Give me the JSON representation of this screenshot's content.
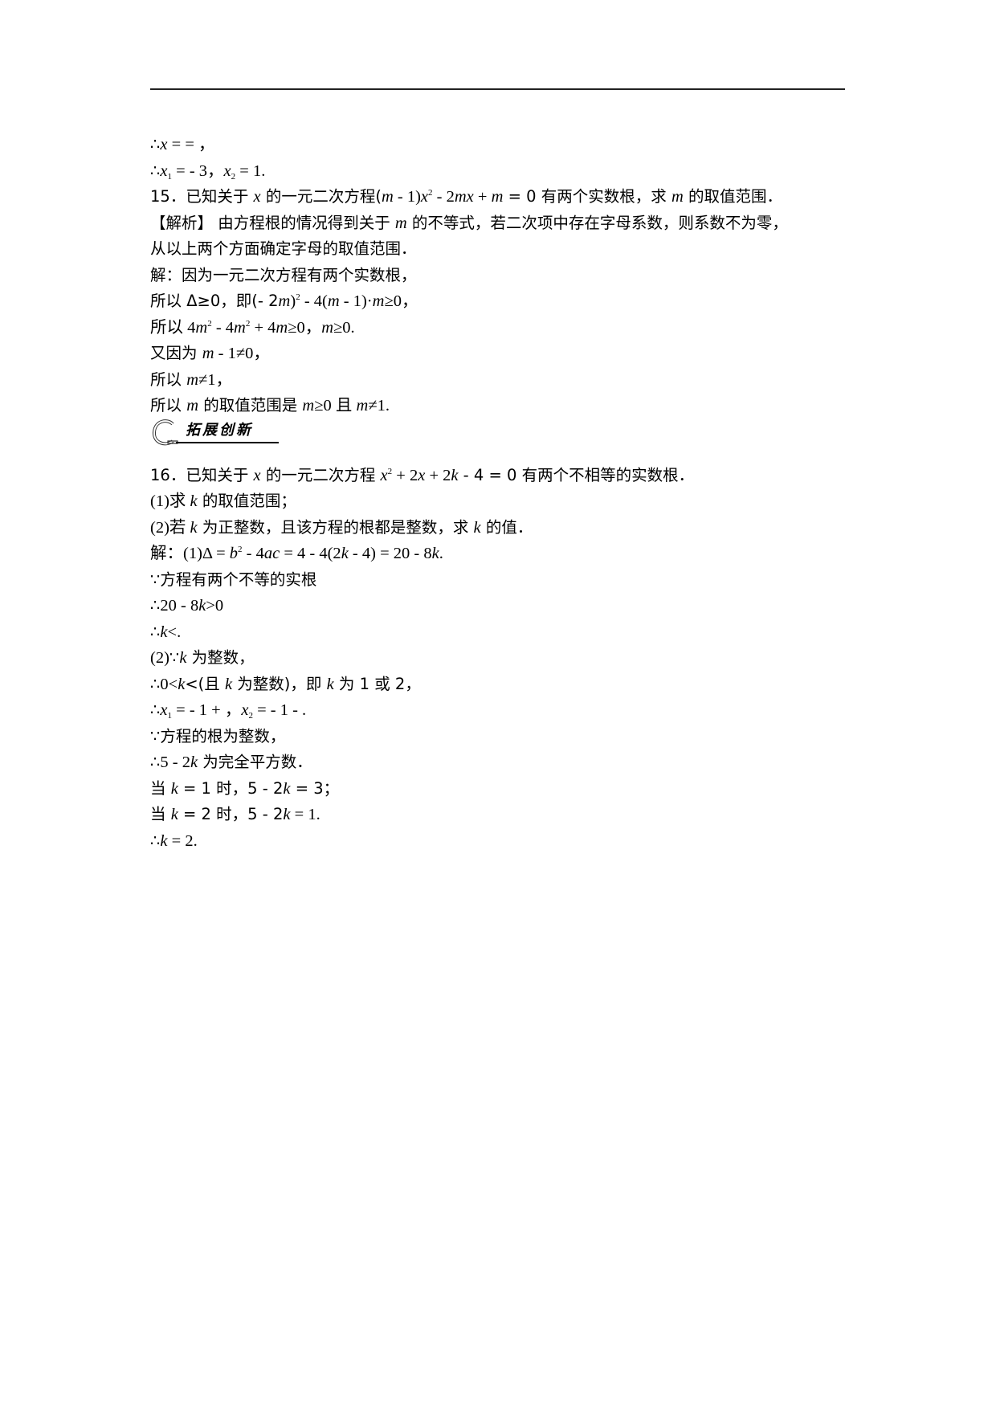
{
  "lines_top": [
    "∴x = = ，",
    "∴x1 = - 3，x2 = 1."
  ],
  "q15": {
    "number": "15",
    "stem": "已知关于 x 的一元二次方程(m - 1)x² - 2mx + m = 0 有两个实数根，求 m 的取值范围．",
    "analysis_label": "【解析】",
    "analysis_line1": " 由方程根的情况得到关于 m 的不等式，若二次项中存在字母系数，则系数不为零，",
    "analysis_line2": "从以上两个方面确定字母的取值范围．",
    "solution": [
      "解：因为一元二次方程有两个实数根，",
      "所以 Δ≥0，即(- 2m)² - 4(m - 1)·m≥0，",
      "所以 4m² - 4m² + 4m≥0，m≥0.",
      "又因为 m - 1≠0，",
      "所以 m≠1，",
      "所以 m 的取值范围是 m≥0 且 m≠1."
    ]
  },
  "section": {
    "title": "拓展创新",
    "icon": "letter-c-badge-icon"
  },
  "q16": {
    "number": "16",
    "stem": "已知关于 x 的一元二次方程 x² + 2x + 2k - 4 = 0 有两个不相等的实数根．",
    "part1": "(1)求 k 的取值范围；",
    "part2": "(2)若 k 为正整数，且该方程的根都是整数，求 k 的值．",
    "solution": [
      "解：(1)Δ = b² - 4ac = 4 - 4(2k - 4) = 20 - 8k.",
      "∵方程有两个不等的实根",
      "∴20 - 8k>0",
      "∴k<.",
      "(2)∵k 为整数，",
      "∴0<k<(且 k 为整数)，即 k 为 1 或 2，",
      "∴x1 = - 1 + ，x2 = - 1 - .",
      "∵方程的根为整数，",
      "∴5 - 2k 为完全平方数．",
      "当 k = 1 时，5 - 2k = 3；",
      "当 k = 2 时，5 - 2k = 1.",
      "∴k = 2."
    ]
  },
  "t": {
    "therefore": "∴",
    "because": "∵",
    "x": "x",
    "m": "m",
    "k": "k",
    "b": "b",
    "ac": "ac",
    "eq_eq_comma": " = = ，",
    "x1_val": " = - 3，",
    "x2_val": " = 1.",
    "sub1": "1",
    "sub2": "2",
    "sup2": "2",
    "q15_a": "15．已知关于 ",
    "q15_b": " 的一元二次方程(",
    "q15_c": " - 1)",
    "q15_d": " - 2",
    "q15_e": " + ",
    "q15_f": " = 0 有两个实数根，求 ",
    "q15_g": " 的取值范围．",
    "ana_label": "【解析】",
    "ana_a": " 由方程根的情况得到关于 ",
    "ana_b": " 的不等式，若二次项中存在字母系数，则系数不为零，",
    "ana_line2": "从以上两个方面确定字母的取值范围．",
    "s1": "解：因为一元二次方程有两个实数根，",
    "s2_a": "所以 Δ≥0，即(- 2",
    "s2_b": ")",
    "s2_c": " - 4(",
    "s2_d": " - 1)·",
    "s2_e": "≥0，",
    "s3_a": "所以 4",
    "s3_b": " - 4",
    "s3_c": " + 4",
    "s3_d": "≥0，",
    "s3_e": "≥0.",
    "s4_a": "又因为 ",
    "s4_b": " - 1≠0，",
    "s5_a": "所以 ",
    "s5_b": "≠1，",
    "s6_a": "所以 ",
    "s6_b": " 的取值范围是 ",
    "s6_c": "≥0 且 ",
    "s6_d": "≠1.",
    "sec_title": "拓展创新",
    "q16_a": "16．已知关于 ",
    "q16_b": " 的一元二次方程 ",
    "q16_c": " + 2",
    "q16_d": " + 2",
    "q16_e": " - 4 = 0 有两个不相等的实数根．",
    "p1_a": "(1)求 ",
    "p1_b": " 的取值范围；",
    "p2_a": "(2)若 ",
    "p2_b": " 为正整数，且该方程的根都是整数，求 ",
    "p2_c": " 的值．",
    "a1_a": "解：(1)Δ = ",
    "a1_b": " - 4",
    "a1_c": " = 4 - 4(2",
    "a1_d": " - 4) = 20 - 8",
    "a1_e": ".",
    "a2": "方程有两个不等的实根",
    "a3_a": "20 - 8",
    "a3_b": ">0",
    "a4_b": "<.",
    "a5_a": "(2)",
    "a5_b": " 为整数，",
    "a6_a": "0<",
    "a6_b": "<(且 ",
    "a6_c": " 为整数)，即 ",
    "a6_d": " 为 1 或 2，",
    "a7_a": " = - 1 + ，",
    "a7_b": " = - 1 - .",
    "a8": "方程的根为整数，",
    "a9_a": "5 - 2",
    "a9_b": " 为完全平方数．",
    "a10_a": "当 ",
    "a10_b": " = 1 时，5 - 2",
    "a10_c": " = 3；",
    "a11_b": " = 2 时，5 - 2",
    "a11_c": " = 1.",
    "a12_b": " = 2."
  }
}
